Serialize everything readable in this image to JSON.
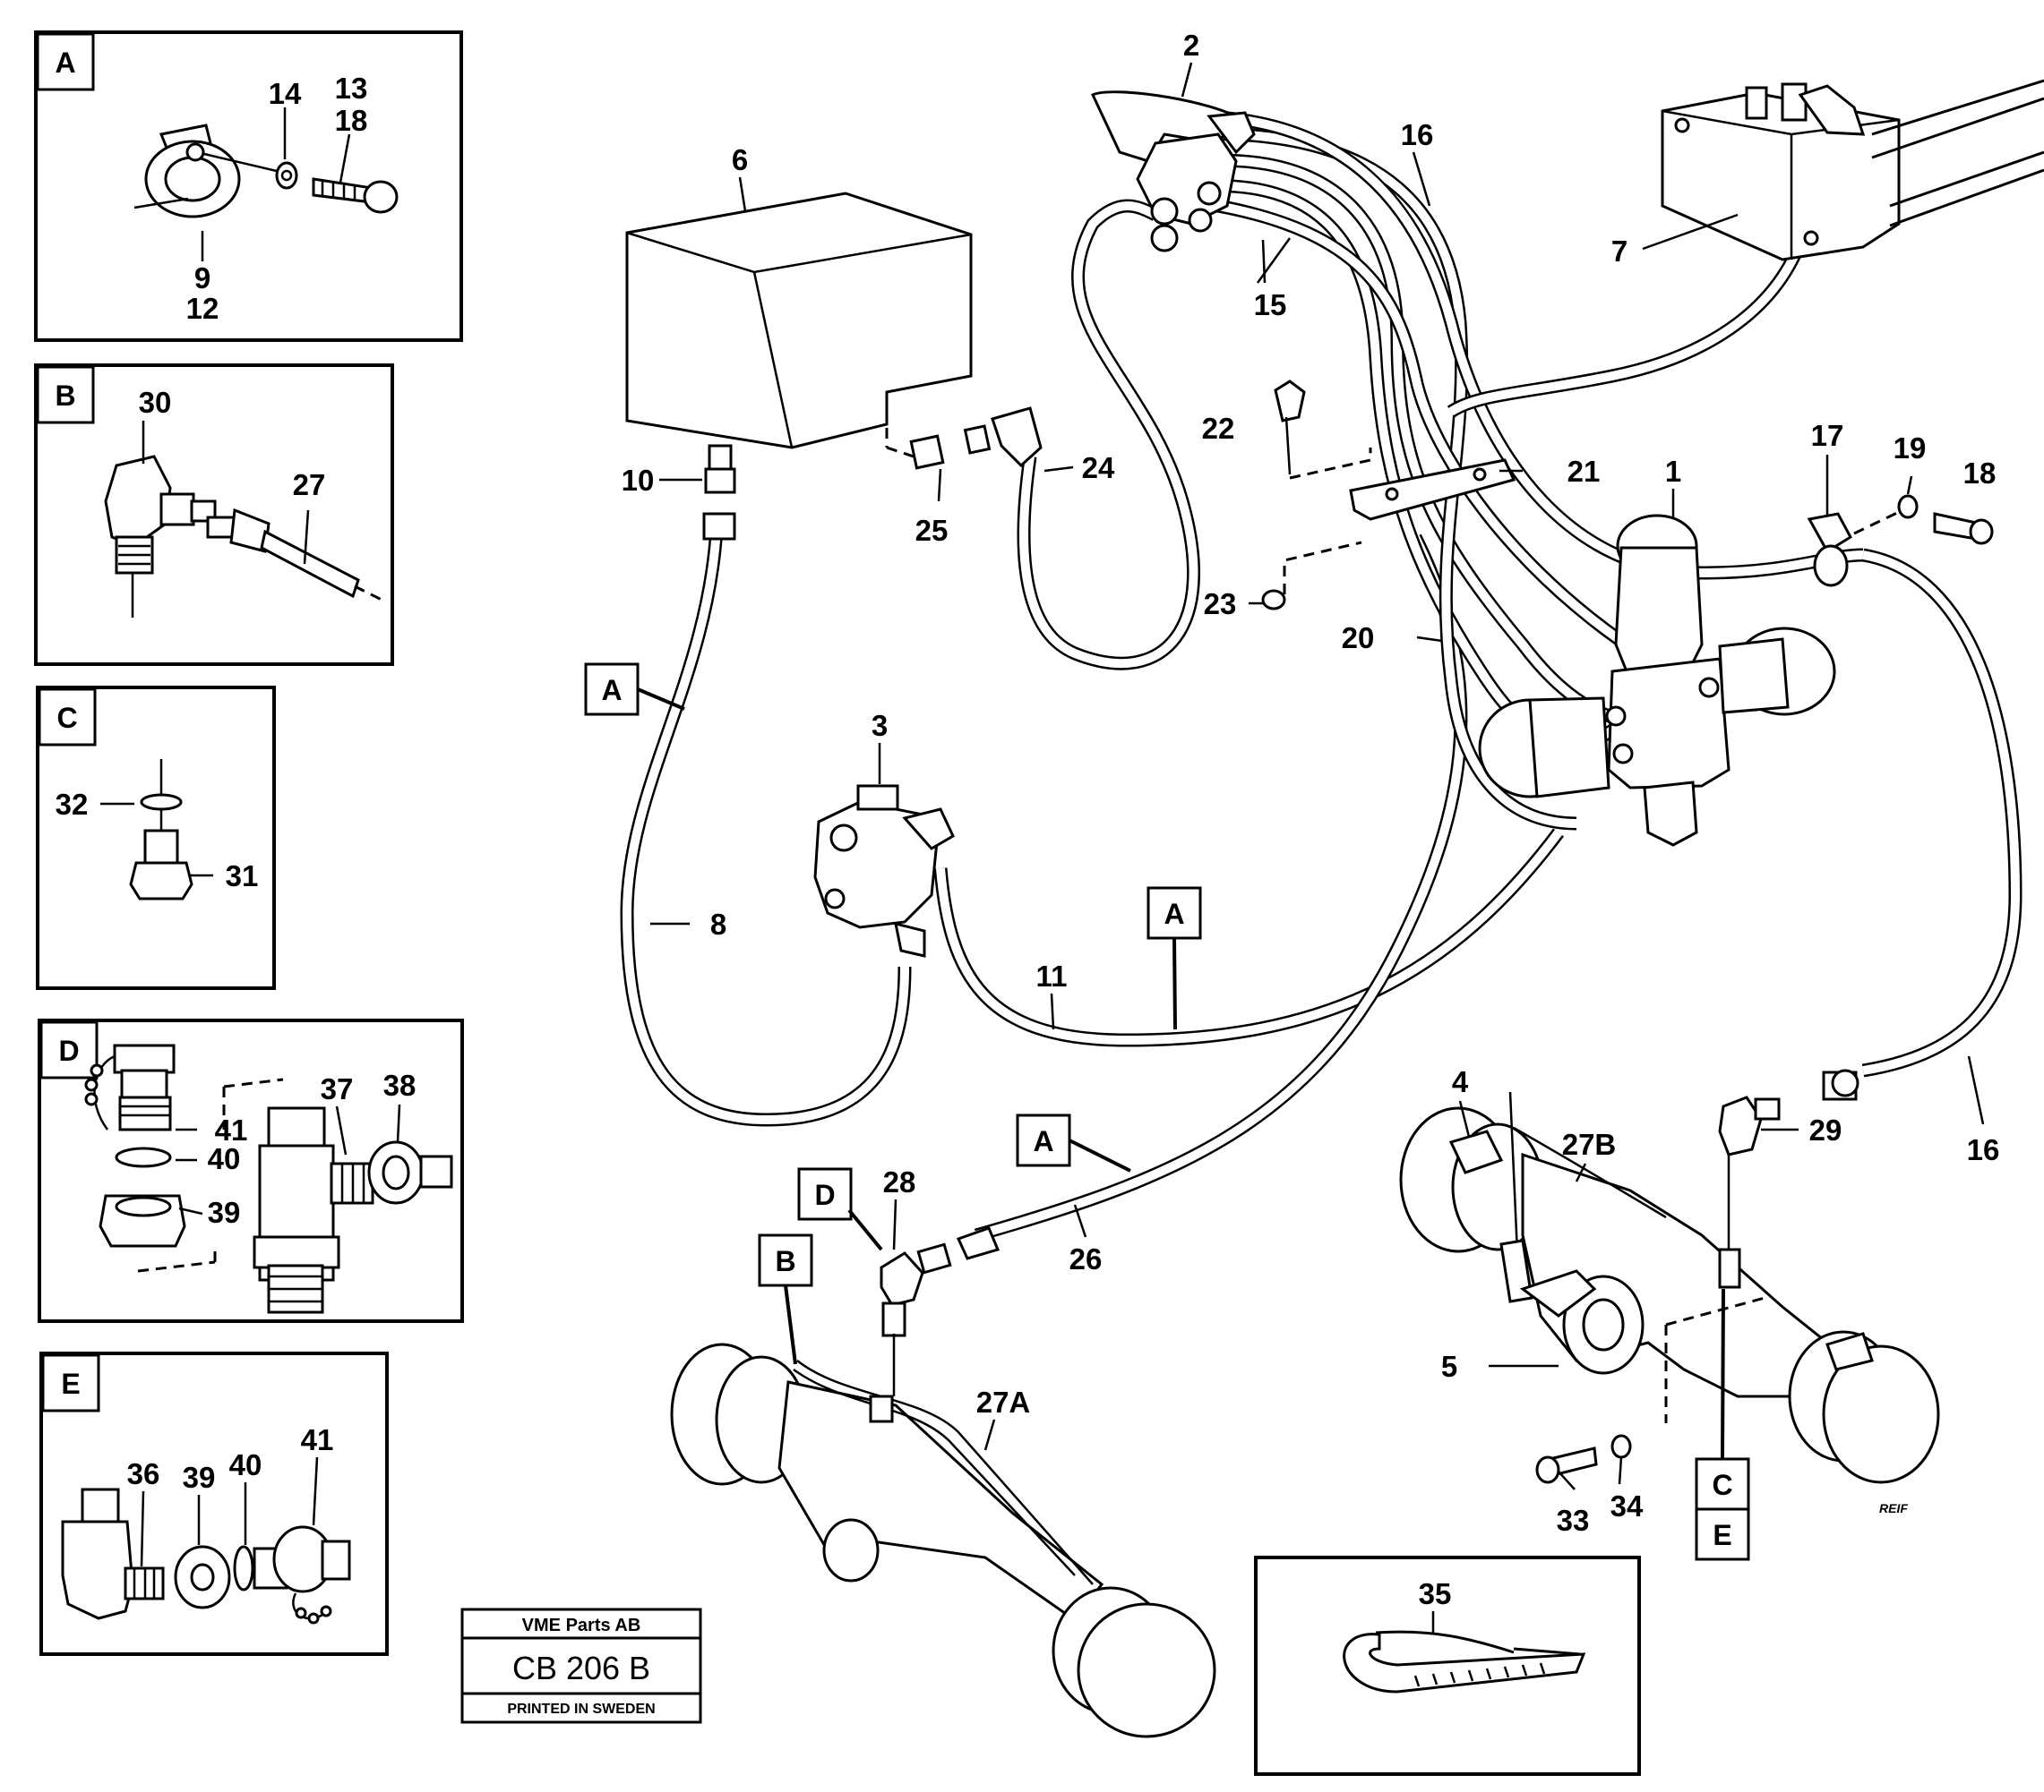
{
  "title_block": {
    "company": "VME Parts AB",
    "code": "CB 206 B",
    "printed": "PRINTED IN SWEDEN"
  },
  "signature": "REIF",
  "detail_panels": {
    "A": {
      "label": "A",
      "callouts": [
        "14",
        "13",
        "18",
        "9",
        "12"
      ]
    },
    "B": {
      "label": "B",
      "callouts": [
        "30",
        "27"
      ]
    },
    "C": {
      "label": "C",
      "callouts": [
        "32",
        "31"
      ]
    },
    "D": {
      "label": "D",
      "callouts": [
        "41",
        "40",
        "39",
        "37",
        "38"
      ]
    },
    "E": {
      "label": "E",
      "callouts": [
        "36",
        "39",
        "40",
        "41"
      ]
    },
    "strap": {
      "callouts": [
        "35"
      ]
    }
  },
  "main_callouts": [
    "2",
    "16",
    "6",
    "7",
    "15",
    "22",
    "21",
    "1",
    "17",
    "19",
    "18",
    "10",
    "24",
    "25",
    "23",
    "20",
    "3",
    "8",
    "11",
    "16",
    "4",
    "27B",
    "29",
    "28",
    "26",
    "27A",
    "5",
    "33",
    "34"
  ],
  "reference_tags": [
    "A",
    "A",
    "A",
    "D",
    "B",
    "C",
    "E"
  ]
}
